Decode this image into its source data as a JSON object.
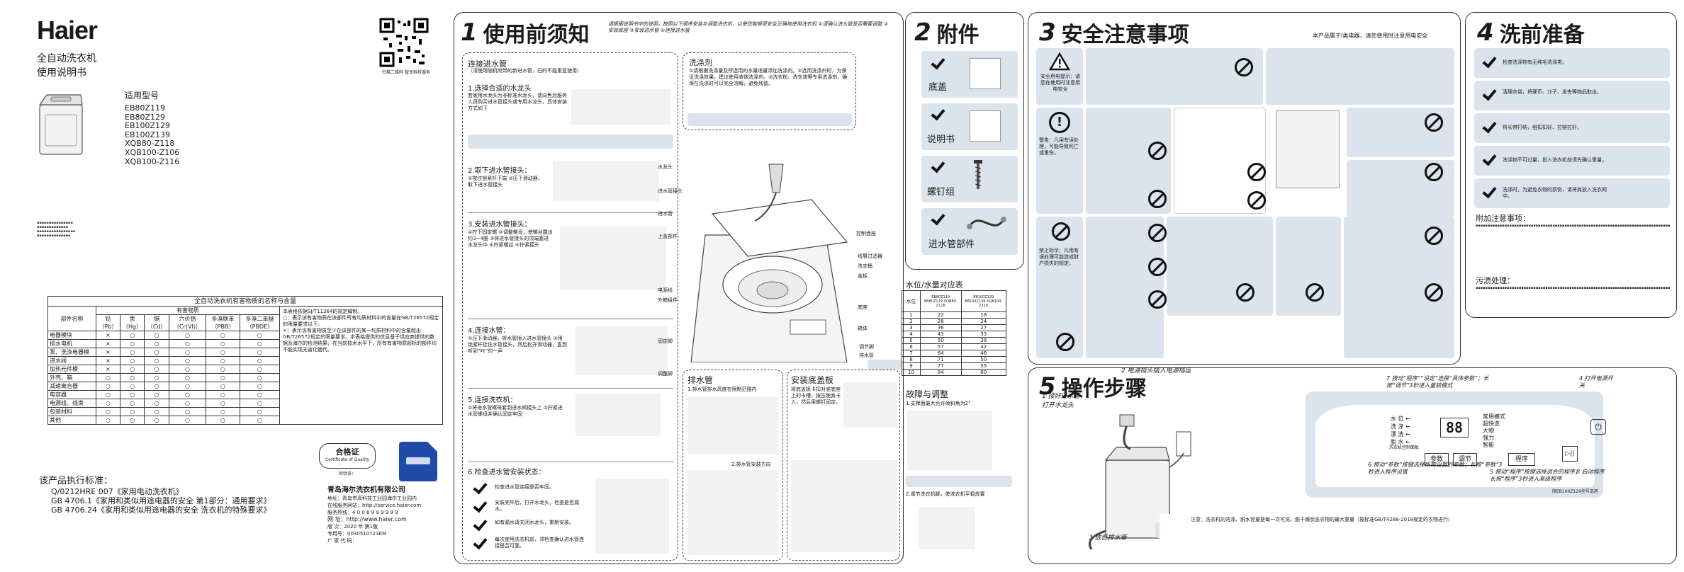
{
  "cover": {
    "brand": "Haier",
    "product": "全自动洗衣机",
    "manual": "使用说明书",
    "models_label": "适用型号",
    "models": [
      "EB80Z119",
      "EB80Z129",
      "EB100Z129",
      "EB100Z139",
      "XQB80-Z118",
      "XQB100-Z106",
      "XQB100-Z116"
    ],
    "qr_caption": "扫描二维码 智享科技服务",
    "table_title": "全自动洗衣机有害物质的名称与含量",
    "table_group": "有害物质",
    "table_headers": [
      "部件名称",
      "铅（Pb）",
      "汞（Hg）",
      "镉（Cd）",
      "六价铬（Cr(VI)）",
      "多溴联苯（PBB）",
      "多溴二苯醚（PBDE）"
    ],
    "table_rows": [
      [
        "电器模块",
        "×",
        "○",
        "○",
        "○",
        "○",
        "○"
      ],
      [
        "排水电机",
        "×",
        "○",
        "○",
        "○",
        "○",
        "○"
      ],
      [
        "泵、洗涤电器模",
        "×",
        "○",
        "○",
        "○",
        "○",
        "○"
      ],
      [
        "进水阀",
        "×",
        "○",
        "○",
        "○",
        "○",
        "○"
      ],
      [
        "加热元件模",
        "×",
        "○",
        "○",
        "○",
        "○",
        "○"
      ],
      [
        "外壳、箱",
        "○",
        "○",
        "○",
        "○",
        "○",
        "○"
      ],
      [
        "减速离合器",
        "○",
        "○",
        "○",
        "○",
        "○",
        "○"
      ],
      [
        "电容器",
        "○",
        "○",
        "○",
        "○",
        "○",
        "○"
      ],
      [
        "电源线、线束",
        "○",
        "○",
        "○",
        "○",
        "○",
        "○"
      ],
      [
        "包装材料",
        "○",
        "○",
        "○",
        "○",
        "○",
        "○"
      ],
      [
        "其他",
        "○",
        "○",
        "○",
        "○",
        "○",
        "○"
      ]
    ],
    "table_note_title": "本表格依据SJ/T11364的规定编制。",
    "table_note1": "○：表示该有害物质在该部件所有均质材料中的含量在GB/T26572规定的限量要求以下。",
    "table_note2": "×：表示该有害物质至少在该部件的某一均质材料中的含量超出GB/T26572规定的限量要求。本表格提供的信息基于供应商提供的数据及海尔的检测结果，在当前技术水平下，所有有害物质超标的部件均不能实现无害化替代。",
    "standards_title": "该产品执行标准：",
    "standards": [
      "Q/0212HRE 007《家用电动洗衣机》",
      "GB 4706.1《家用和类似用途电器的安全 第1部分：通用要求》",
      "GB 4706.24《家用和类似用途电器的安全 洗衣机的特殊要求》"
    ],
    "cert_title": "合格证",
    "cert_sub": "Certificate of Quality",
    "cert_inspector": "检验员：",
    "company": "青岛海尔洗衣机有限公司",
    "address": "地址：青岛市高科技工业园海尔工业园内",
    "website_label": "在线服务网站：http://service.haier.com",
    "hotline": "服务热线：4 0 0 6 9 9 9 9 9 9",
    "site": "网 址：http://www.haier.com",
    "edition": "版 次：2020 年 第1版",
    "code": "专用号：0030510723KM",
    "made_in": "广 家 代 码："
  },
  "sec1": {
    "num": "1",
    "title": "使用前须知",
    "note": "请根据说明书中的说明，按照以下顺序安装与调整洗衣机，以使您能够更安全正确地使用洗衣机 ①请确认进水管是否需要调整 ②安装底座 ③安装进水管 ④连接进水管",
    "connect_title": "连接进水管",
    "connect_sub": "（请使用随机附带的新进水管，旧的不能重复使用）",
    "step1": "1.选择合适的水龙头",
    "step1_text": "若家用水龙头为非标准水龙头，请向售后服务人员购买进水管接头或专用水龙头，具体安装方式如下",
    "step2": "2.取下进水管接头：",
    "step2_text": "①按住锁紧杆下端 ②压下滑动器，取下进水管接头",
    "step3": "3.安装进水管接头：",
    "step3_text": "①拧下固定螺 ②调整螺母，使螺丝露出约3~4圈 ③将进水管接头的顶端塞进水龙头中 ④拧紧螺丝 ⑤拧紧接头",
    "step4": "4.连接水管：",
    "step4_text": "①压下滑动器，将水管插入进水管接头 ②用锁紧杆挂住水管接头，然后松开滑动器，直到听到“咔”的一声",
    "step5": "5.连接洗衣机：",
    "step5_text": "①将进水管螺母套到进水阀接头上 ②拧紧进水管螺母并确认固定牢固",
    "step6": "6.检查进水管安装状态：",
    "check_items": [
      "检查进水管连接是否牢固。",
      "安装完毕后，打开水龙头，检查是否漏水。",
      "如有漏水请关闭水龙头，重新安装。",
      "每次使用洗衣机前，须检查确认进水管连接是否可靠。"
    ],
    "detergent_title": "洗涤剂",
    "detergent_text": "①请根据洗涤量及所选用的水量适量添加洗涤剂。②选用洗涤剂时，为保证洗涤效果，建议使用液体洗涤剂。③洗衣粉、洗衣液等专用洗涤剂，确保在洗涤时可以完全溶解，避免残留。",
    "parts_labels": [
      "水龙头",
      "进水管接头",
      "进水管",
      "上盖部件",
      "电源线",
      "外箱组件",
      "固定脚",
      "调整脚",
      "控制盘座",
      "线屑过滤器",
      "洗衣桶",
      "盖板",
      "箱体",
      "底座",
      "调节脚",
      "排水管"
    ],
    "drain_title": "排水管",
    "drain_sub": "1.排水管排水高度在限制范围内",
    "drain_sub2": "2.排水管安装方向",
    "cover_title": "安装底盖板",
    "cover_text": "将底盖板卡扣对准底座上的卡槽，按压使其卡入，然后用螺钉固定。",
    "fault_title": "故障与调整",
    "fault_sub1": "1.支撑面最大允许倾斜角为2°",
    "fault_sub2": "2.调节洗衣机脚，使洗衣机平稳放置",
    "water_table_title": "水位/水量对应表",
    "water_headers": [
      "水位",
      "EB80Z119 EB80Z129 XQB80-Z118",
      "EB100Z129 EB100Z139 XQB100-Z116"
    ],
    "water_rows": [
      [
        "1",
        "22",
        "18"
      ],
      [
        "2",
        "28",
        "24"
      ],
      [
        "3",
        "36",
        "27"
      ],
      [
        "4",
        "43",
        "33"
      ],
      [
        "5",
        "50",
        "38"
      ],
      [
        "6",
        "57",
        "42"
      ],
      [
        "7",
        "64",
        "46"
      ],
      [
        "8",
        "71",
        "50"
      ],
      [
        "9",
        "77",
        "55"
      ],
      [
        "10",
        "84",
        "60"
      ]
    ]
  },
  "sec2": {
    "num": "2",
    "title": "附件",
    "items": [
      "底盖",
      "说明书",
      "螺钉组",
      "进水管部件"
    ]
  },
  "sec3": {
    "num": "3",
    "title": "安全注意事项",
    "subtitle": "本产品属于I类电器，请您使用时注意用电安全",
    "warn_label": "安全用电提示：请您在使用时注意用电安全",
    "warn_caution": "警告：凡用有误处理，可能导致死亡或重伤。",
    "prohibit_label": "禁止标示：凡用有误处理可能造成财产损失的规定。"
  },
  "sec4": {
    "num": "4",
    "title": "洗前准备",
    "items": [
      "检查洗涤物有无纯毛洗涤类。",
      "清理衣袋，将硬币、沙子、发夹等物品取出。",
      "将长带打结，组扣扣好、拉链拉好。",
      "洗涤物不可过量，投入洗衣机前须先确认重量。",
      "洗涤时，为避免衣物的损伤，请将其放入洗衣网中。"
    ],
    "notes_title": "附加注意事项：",
    "dirt_title": "污渍处理："
  },
  "sec5": {
    "num": "5",
    "title": "操作步骤",
    "step1": "1 接好进水管，打开水龙头",
    "step2": "2 电源插头插入电源插座",
    "step3": "3 放低排水管",
    "step4": "4 打开电源开关",
    "step6": "6 按动“参数”按键选择所需设置的参数；长按“参数”3秒进入程序设置",
    "step7": "7 按动“程序”“设定”选择“具体参数”；长按“调节”3秒进入童锁模式",
    "step8": "8 启动程序",
    "step5b": "5 按动“程序”按键选择适合的程序；长按“程序”3秒进入高级程序",
    "panel_display": "88",
    "btn_params": "参数",
    "btn_adjust": "调节",
    "btn_program": "程序",
    "btn_start": "▷||",
    "left_rows": [
      "水 位 ←",
      "洗 涤 ←",
      "漂 洗 ←",
      "脱 水 ←"
    ],
    "right_rows": [
      "常用模式",
      "超快洗",
      "大物",
      "强力",
      "智能"
    ],
    "panel_note": "洗衣机控制面板",
    "panel_model": "限EB100Z129型号选用",
    "bottom_note": "注意：洗衣机的洗涤、脱水容量是每一次可洗、脱干燥状态衣物的最大重量（按标准GB/T4288-2018规定的衣物进行）"
  }
}
